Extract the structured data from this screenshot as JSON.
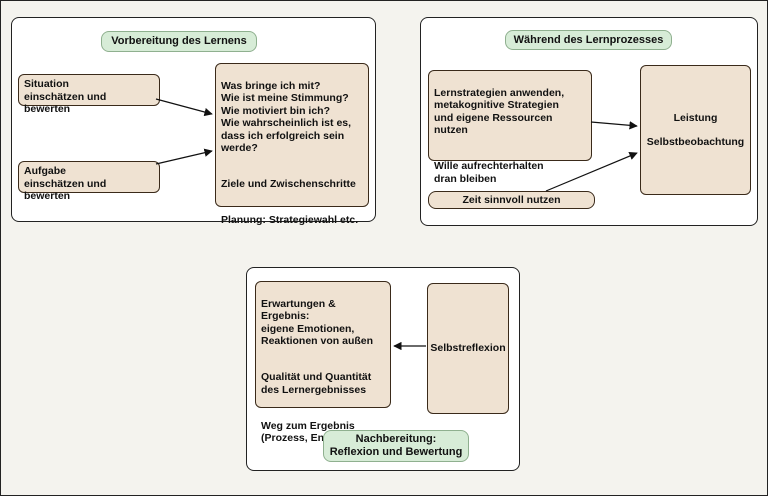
{
  "vorbereitung": {
    "title": "Vorbereitung des Lernens",
    "situation": "Situation\neinschätzen und bewerten",
    "aufgabe": "Aufgabe\neinschätzen und bewerten",
    "fragen": "Was bringe ich mit?\nWie ist meine Stimmung?\nWie motiviert bin ich?\nWie wahrscheinlich ist es,\ndass ich erfolgreich sein\nwerde?",
    "ziele": "Ziele und Zwischenschritte",
    "planung": "Planung: Strategiewahl etc."
  },
  "waehrend": {
    "title": "Während des Lernprozesses",
    "strategien": "Lernstrategien anwenden,\nmetakognitive Strategien\nund eigene Ressourcen nutzen",
    "wille": "Wille aufrechterhalten\ndran bleiben",
    "zeit": "Zeit sinnvoll nutzen",
    "leistung": "Leistung",
    "selbstbeobachtung": "Selbstbeobachtung"
  },
  "nachbereitung": {
    "title": "Nachbereitung:\nReflexion und Bewertung",
    "erwartungen": "Erwartungen & Ergebnis:\neigene Emotionen,\nReaktionen von außen",
    "qualitaet": "Qualität und Quantität\ndes Lernergebnisses",
    "weg": "Weg zum Ergebnis\n(Prozess, Energie, Zeit)",
    "selbstreflexion": "Selbstreflexion"
  },
  "colors": {
    "box_fill": "#efe2d2",
    "pill_fill": "#d7ecd7",
    "border": "#222222"
  }
}
